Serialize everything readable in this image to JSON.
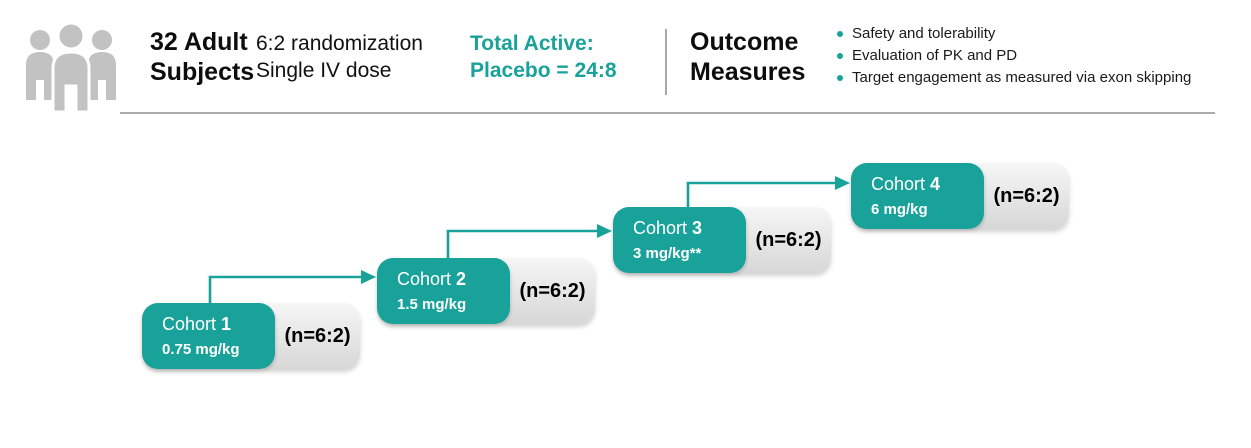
{
  "header": {
    "subjects": "32 Adult Subjects",
    "randomization_line1": "6:2 randomization",
    "randomization_line2": "Single IV dose",
    "total_active_line1": "Total Active:",
    "total_active_line2": "Placebo = 24:8",
    "outcome_title": "Outcome Measures",
    "outcome_items": [
      "Safety and tolerability",
      "Evaluation of PK and PD",
      "Target engagement as measured via exon skipping"
    ]
  },
  "cohorts": [
    {
      "label": "Cohort",
      "number": "1",
      "dose": "0.75 mg/kg",
      "n": "(n=6:2)"
    },
    {
      "label": "Cohort",
      "number": "2",
      "dose": "1.5 mg/kg",
      "n": "(n=6:2)"
    },
    {
      "label": "Cohort",
      "number": "3",
      "dose": "3 mg/kg**",
      "n": "(n=6:2)"
    },
    {
      "label": "Cohort",
      "number": "4",
      "dose": "6 mg/kg",
      "n": "(n=6:2)"
    }
  ],
  "icons": {
    "people": "people-group-icon"
  },
  "colors": {
    "teal": "#19a29a",
    "icon_gray": "#c2c2c2",
    "divider_gray": "#a8a8a8",
    "pill_gray_top": "#f6f6f6",
    "pill_gray_bottom": "#d7d7d7"
  }
}
